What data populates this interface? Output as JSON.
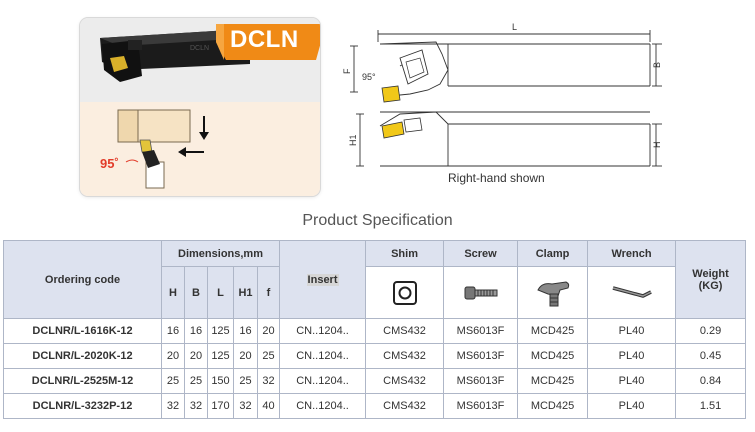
{
  "product": {
    "badge": "DCLN",
    "angle_label": "95˚"
  },
  "drawing": {
    "dimension_labels": {
      "L": "L",
      "B": "B",
      "F": "F",
      "H1": "H1",
      "H": "H",
      "angle": "95°"
    },
    "caption": "Right-hand shown"
  },
  "spec_title": "Product Specification",
  "table": {
    "headers": {
      "ordering_code": "Ordering code",
      "dimensions": "Dimensions,mm",
      "insert": "Insert",
      "shim": "Shim",
      "screw": "Screw",
      "clamp": "Clamp",
      "wrench": "Wrench",
      "weight": "Weight",
      "weight_unit": "(KG)",
      "dim_H": "H",
      "dim_B": "B",
      "dim_L": "L",
      "dim_H1": "H1",
      "dim_f": "f"
    },
    "part_icons": {
      "shim": "square-shim-icon",
      "screw": "screw-icon",
      "clamp": "clamp-icon",
      "wrench": "hex-key-wrench-icon"
    },
    "rows": [
      {
        "code": "DCLNR/L-1616K-12",
        "H": "16",
        "B": "16",
        "L": "125",
        "H1": "16",
        "f": "20",
        "insert": "CN..1204..",
        "shim": "CMS432",
        "screw": "MS6013F",
        "clamp": "MCD425",
        "wrench": "PL40",
        "weight": "0.29"
      },
      {
        "code": "DCLNR/L-2020K-12",
        "H": "20",
        "B": "20",
        "L": "125",
        "H1": "20",
        "f": "25",
        "insert": "CN..1204..",
        "shim": "CMS432",
        "screw": "MS6013F",
        "clamp": "MCD425",
        "wrench": "PL40",
        "weight": "0.45"
      },
      {
        "code": "DCLNR/L-2525M-12",
        "H": "25",
        "B": "25",
        "L": "150",
        "H1": "25",
        "f": "32",
        "insert": "CN..1204..",
        "shim": "CMS432",
        "screw": "MS6013F",
        "clamp": "MCD425",
        "wrench": "PL40",
        "weight": "0.84"
      },
      {
        "code": "DCLNR/L-3232P-12",
        "H": "32",
        "B": "32",
        "L": "170",
        "H1": "32",
        "f": "40",
        "insert": "CN..1204..",
        "shim": "CMS432",
        "screw": "MS6013F",
        "clamp": "MCD425",
        "wrench": "PL40",
        "weight": "1.51"
      }
    ]
  }
}
